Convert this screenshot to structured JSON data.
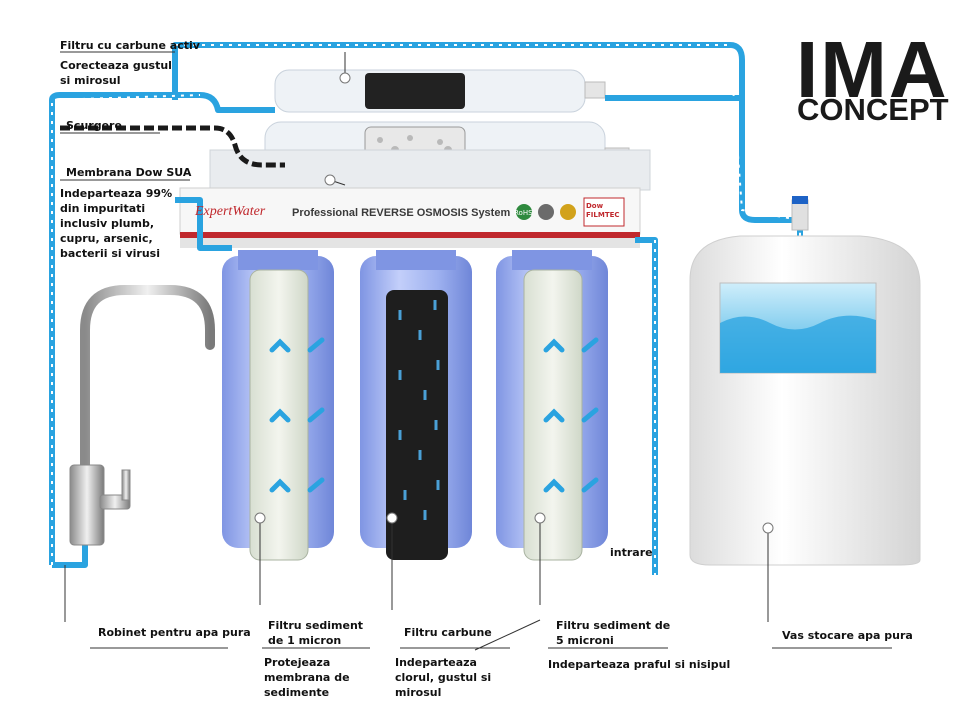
{
  "logo": {
    "line1": "IMA",
    "line2": "CONCEPT"
  },
  "unit": {
    "brand": "ExpertWater",
    "system_name": "Professional REVERSE OSMOSIS System",
    "badges": [
      "RoHS",
      "Dow FILMTEC"
    ]
  },
  "labels": {
    "carbon_filter_title": "Filtru cu carbune activ",
    "carbon_filter_desc": "Corecteaza gustul si mirosul",
    "drain": "Scurgere",
    "membrane_title": "Membrana Dow SUA",
    "membrane_desc": "Indeparteaza 99% din impuritati inclusiv plumb, cupru, arsenic, bacterii si virusi",
    "faucet": "Robinet pentru apa pura",
    "sed1_title": "Filtru sediment de 1 micron",
    "sed1_desc": "Protejeaza membrana de sedimente",
    "carbon_block_title": "Filtru carbune",
    "carbon_block_desc": "Indeparteaza clorul, gustul si mirosul",
    "sed5_title": "Filtru sediment de 5 microni",
    "sed5_desc": "Indeparteaza praful si nisipul",
    "inlet": "intrare",
    "tank": "Vas stocare apa pura"
  },
  "colors": {
    "water_line": "#2aa3e0",
    "drain_line": "#1a1a1a",
    "housing": "#8fa6ea",
    "brand_red": "#c0282d"
  }
}
